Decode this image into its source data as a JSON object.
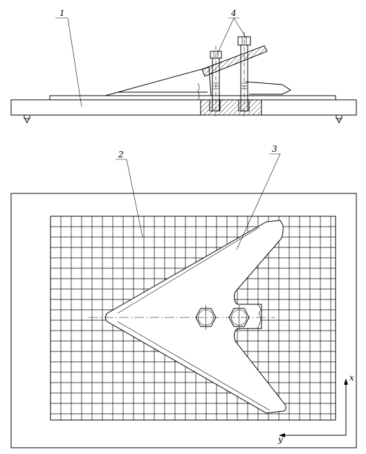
{
  "labels": {
    "base_plate": "1",
    "grid": "2",
    "share": "3",
    "bolts": "4"
  },
  "axes": {
    "x_label": "x",
    "y_label": "y"
  },
  "colors": {
    "line": "#000000",
    "background": "#ffffff"
  }
}
